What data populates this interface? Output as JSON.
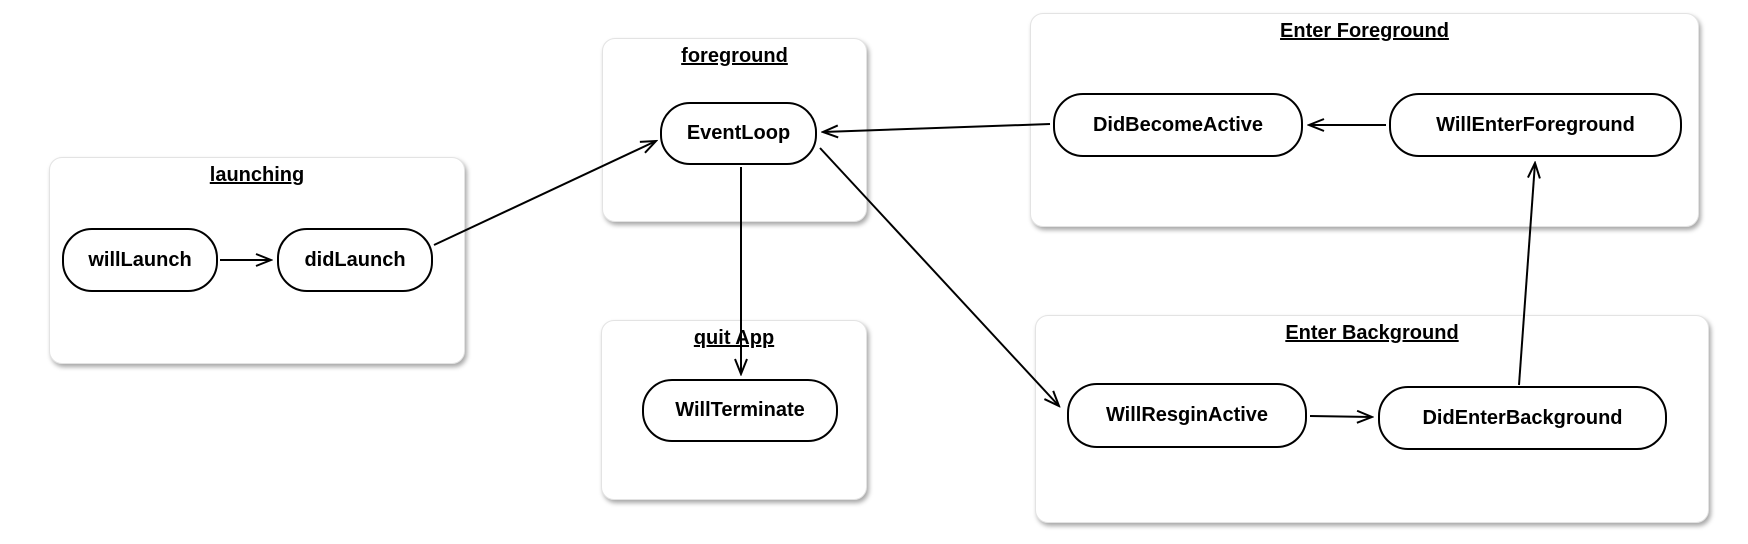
{
  "diagram": {
    "colors": {
      "background": "#ffffff",
      "node_stroke": "#000000",
      "edge_stroke": "#000000",
      "group_border": "#e3e3e3",
      "text": "#000000"
    },
    "groups": [
      {
        "title": "launching"
      },
      {
        "title": "foreground"
      },
      {
        "title": "quit App"
      },
      {
        "title": "Enter Foreground"
      },
      {
        "title": "Enter Background"
      }
    ],
    "nodes": [
      {
        "label": "willLaunch",
        "group": "launching"
      },
      {
        "label": "didLaunch",
        "group": "launching"
      },
      {
        "label": "EventLoop",
        "group": "foreground"
      },
      {
        "label": "WillTerminate",
        "group": "quit App"
      },
      {
        "label": "DidBecomeActive",
        "group": "Enter Foreground"
      },
      {
        "label": "WillEnterForeground",
        "group": "Enter Foreground"
      },
      {
        "label": "WillResginActive",
        "group": "Enter Background"
      },
      {
        "label": "DidEnterBackground",
        "group": "Enter Background"
      }
    ],
    "edges": [
      {
        "from": "willLaunch",
        "to": "didLaunch"
      },
      {
        "from": "didLaunch",
        "to": "EventLoop"
      },
      {
        "from": "EventLoop",
        "to": "WillTerminate"
      },
      {
        "from": "DidBecomeActive",
        "to": "EventLoop"
      },
      {
        "from": "WillEnterForeground",
        "to": "DidBecomeActive"
      },
      {
        "from": "EventLoop",
        "to": "WillResginActive"
      },
      {
        "from": "WillResginActive",
        "to": "DidEnterBackground"
      },
      {
        "from": "DidEnterBackground",
        "to": "WillEnterForeground"
      }
    ]
  }
}
